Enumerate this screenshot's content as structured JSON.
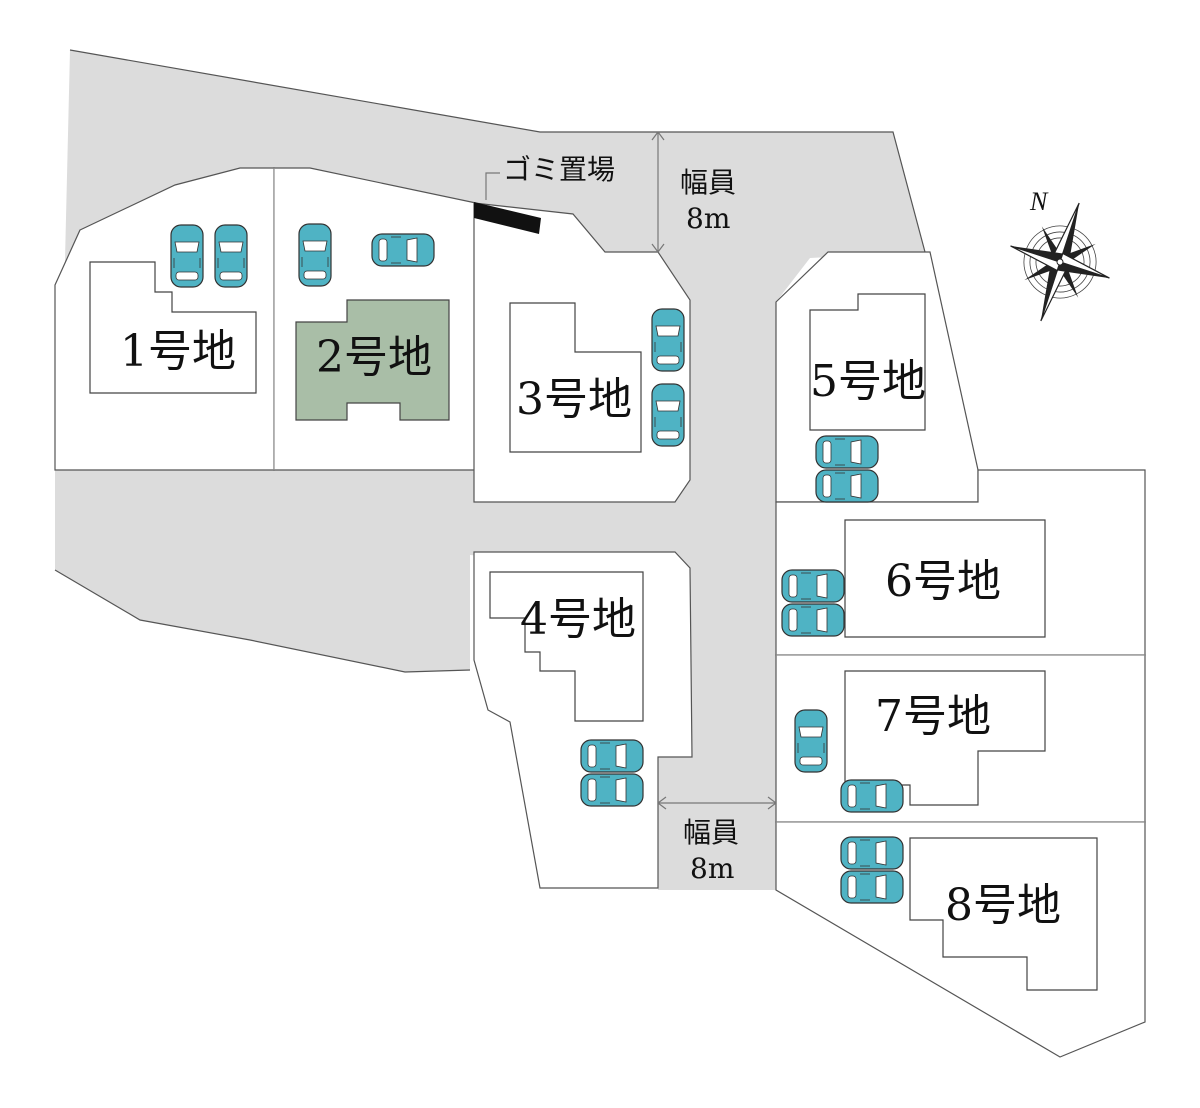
{
  "lots": [
    {
      "id": 1,
      "label": "1号地",
      "highlighted": false
    },
    {
      "id": 2,
      "label": "2号地",
      "highlighted": true
    },
    {
      "id": 3,
      "label": "3号地",
      "highlighted": false
    },
    {
      "id": 4,
      "label": "4号地",
      "highlighted": false
    },
    {
      "id": 5,
      "label": "5号地",
      "highlighted": false
    },
    {
      "id": 6,
      "label": "6号地",
      "highlighted": false
    },
    {
      "id": 7,
      "label": "7号地",
      "highlighted": false
    },
    {
      "id": 8,
      "label": "8号地",
      "highlighted": false
    }
  ],
  "garbage_area": {
    "label": "ゴミ置場"
  },
  "road_widths": [
    {
      "line1": "幅員",
      "line2": "8m"
    },
    {
      "line1": "幅員",
      "line2": "8m"
    }
  ],
  "compass": {
    "north_label": "N"
  },
  "colors": {
    "road": "#dcdcdc",
    "highlight_lot": "#a9bea7",
    "car": "#4fb3c4",
    "garbage": "#111111"
  },
  "icons": {
    "car": "car-icon",
    "compass": "compass-rose-icon"
  }
}
